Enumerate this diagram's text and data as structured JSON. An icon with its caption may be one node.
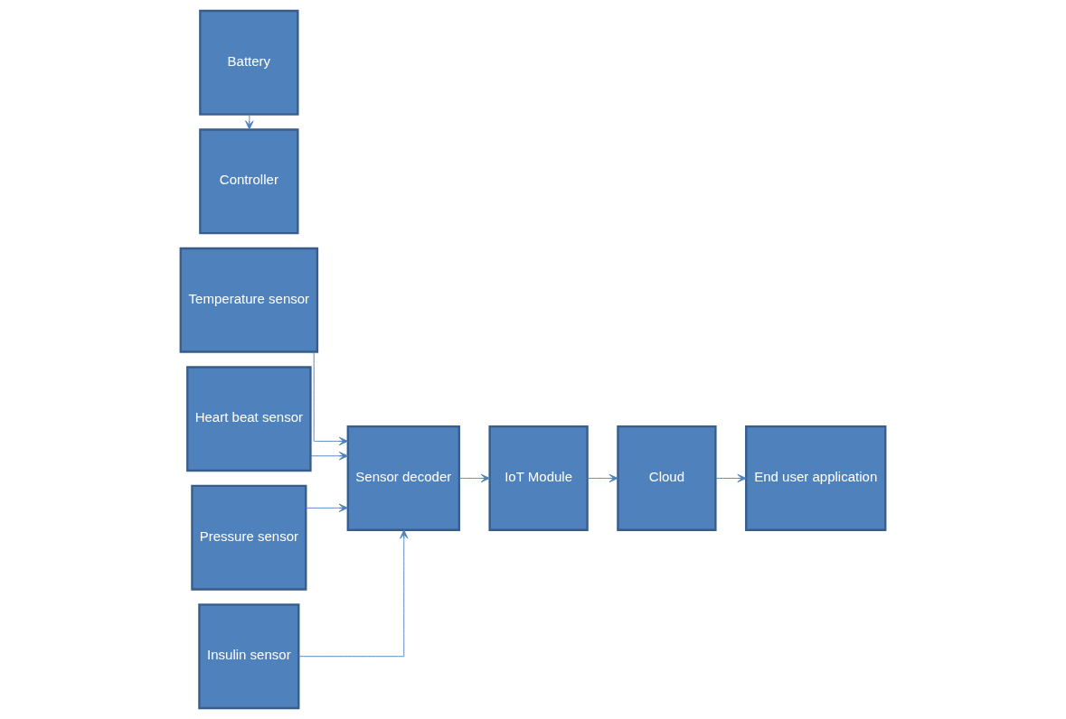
{
  "diagram": {
    "nodes": [
      {
        "text": [
          "Temperature sensor"
        ]
      },
      {
        "text": [
          "Heart beat sensor"
        ]
      },
      {
        "text": [
          "Pressure sensor"
        ]
      },
      {
        "text": [
          "Insulin sensor"
        ]
      },
      {
        "text": [
          "Sensor decoder"
        ]
      },
      {
        "text": [
          "Battery"
        ]
      },
      {
        "text": [
          "Controller"
        ]
      },
      {
        "text": [
          "IoT Module"
        ]
      },
      {
        "text": [
          "Cloud"
        ]
      },
      {
        "text": [
          "End user application"
        ]
      }
    ],
    "edges": [
      {
        "from": 0,
        "to": 4,
        "arrow": "to"
      },
      {
        "from": 1,
        "to": 4,
        "arrow": "to"
      },
      {
        "from": 2,
        "to": 4,
        "arrow": "to"
      },
      {
        "from": 3,
        "to": 4,
        "arrow": "to"
      },
      {
        "from": 4,
        "to": 7,
        "arrow": "to"
      },
      {
        "from": 5,
        "to": 6,
        "arrow": "to"
      },
      {
        "from": 7,
        "to": 8,
        "arrow": "to"
      },
      {
        "from": 8,
        "to": 9,
        "arrow": "to"
      }
    ]
  }
}
